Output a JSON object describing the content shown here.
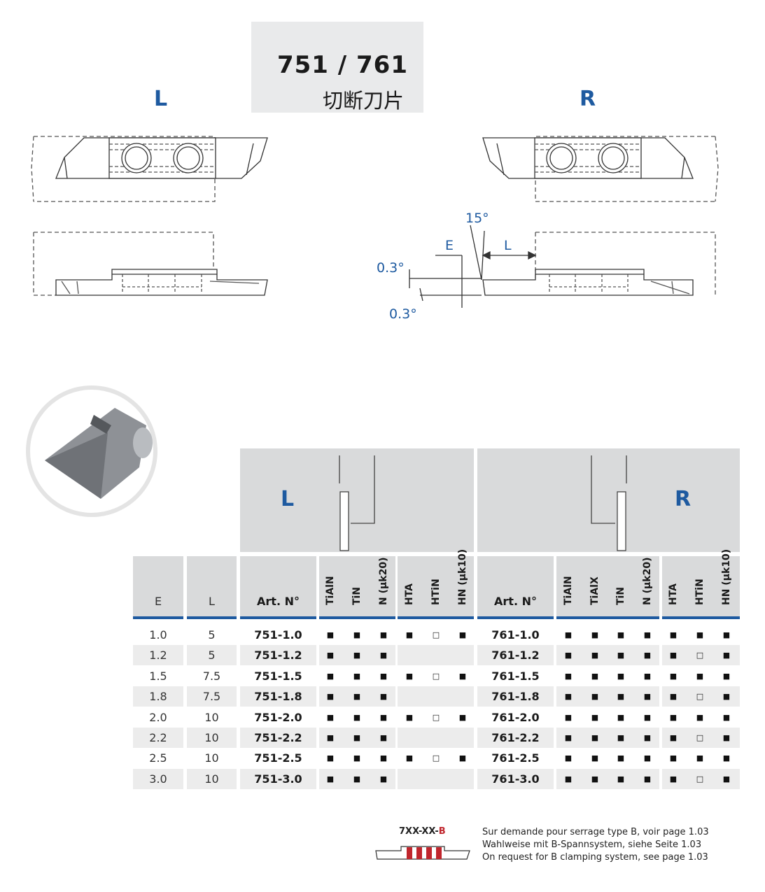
{
  "header": {
    "title": "751 / 761",
    "subtitle": "切断刀片"
  },
  "diagram": {
    "left_label": "L",
    "right_label": "R",
    "angle_top": "15°",
    "dim_e": "E",
    "dim_l": "L",
    "angle_a": "0.3°",
    "angle_b": "0.3°"
  },
  "table": {
    "left_group_label": "L",
    "right_group_label": "R",
    "col_e": "E",
    "col_l": "L",
    "col_art_left": "Art. N°",
    "col_art_right": "Art. N°",
    "left_coatings": [
      "TiAlN",
      "TiN",
      "N (µk20)",
      "HTA",
      "HTiN",
      "HN (µk10)"
    ],
    "right_coatings": [
      "TiAlN",
      "TiAlX",
      "TiN",
      "N (µk20)",
      "HTA",
      "HTiN",
      "HN (µk10)"
    ],
    "filled_symbol": "■",
    "open_symbol": "□",
    "rows": [
      {
        "e": "1.0",
        "l": "5",
        "art_l": "751-1.0",
        "left": [
          "f",
          "f",
          "f",
          "f",
          "o",
          "f"
        ],
        "art_r": "761-1.0",
        "right": [
          "f",
          "f",
          "f",
          "f",
          "f",
          "f",
          "f"
        ]
      },
      {
        "e": "1.2",
        "l": "5",
        "art_l": "751-1.2",
        "left": [
          "f",
          "f",
          "f",
          "",
          "",
          ""
        ],
        "art_r": "761-1.2",
        "right": [
          "f",
          "f",
          "f",
          "f",
          "f",
          "o",
          "f"
        ]
      },
      {
        "e": "1.5",
        "l": "7.5",
        "art_l": "751-1.5",
        "left": [
          "f",
          "f",
          "f",
          "f",
          "o",
          "f"
        ],
        "art_r": "761-1.5",
        "right": [
          "f",
          "f",
          "f",
          "f",
          "f",
          "f",
          "f"
        ]
      },
      {
        "e": "1.8",
        "l": "7.5",
        "art_l": "751-1.8",
        "left": [
          "f",
          "f",
          "f",
          "",
          "",
          ""
        ],
        "art_r": "761-1.8",
        "right": [
          "f",
          "f",
          "f",
          "f",
          "f",
          "o",
          "f"
        ]
      },
      {
        "e": "2.0",
        "l": "10",
        "art_l": "751-2.0",
        "left": [
          "f",
          "f",
          "f",
          "f",
          "o",
          "f"
        ],
        "art_r": "761-2.0",
        "right": [
          "f",
          "f",
          "f",
          "f",
          "f",
          "f",
          "f"
        ]
      },
      {
        "e": "2.2",
        "l": "10",
        "art_l": "751-2.2",
        "left": [
          "f",
          "f",
          "f",
          "",
          "",
          ""
        ],
        "art_r": "761-2.2",
        "right": [
          "f",
          "f",
          "f",
          "f",
          "f",
          "o",
          "f"
        ]
      },
      {
        "e": "2.5",
        "l": "10",
        "art_l": "751-2.5",
        "left": [
          "f",
          "f",
          "f",
          "f",
          "o",
          "f"
        ],
        "art_r": "761-2.5",
        "right": [
          "f",
          "f",
          "f",
          "f",
          "f",
          "f",
          "f"
        ]
      },
      {
        "e": "3.0",
        "l": "10",
        "art_l": "751-3.0",
        "left": [
          "f",
          "f",
          "f",
          "",
          "",
          ""
        ],
        "art_r": "761-3.0",
        "right": [
          "f",
          "f",
          "f",
          "f",
          "f",
          "o",
          "f"
        ]
      }
    ]
  },
  "footer": {
    "code_prefix": "7XX-XX-",
    "code_suffix": "B",
    "lines": [
      "Sur demande pour serrage type B, voir page 1.03",
      "Wahlweise mit B-Spannsystem, siehe Seite 1.03",
      "On request for B clamping system, see page 1.03"
    ]
  },
  "colors": {
    "accent_blue": "#1e5aa0",
    "header_grey": "#d9dadb",
    "row_stripe": "#ececec",
    "footer_red": "#c0262d"
  }
}
